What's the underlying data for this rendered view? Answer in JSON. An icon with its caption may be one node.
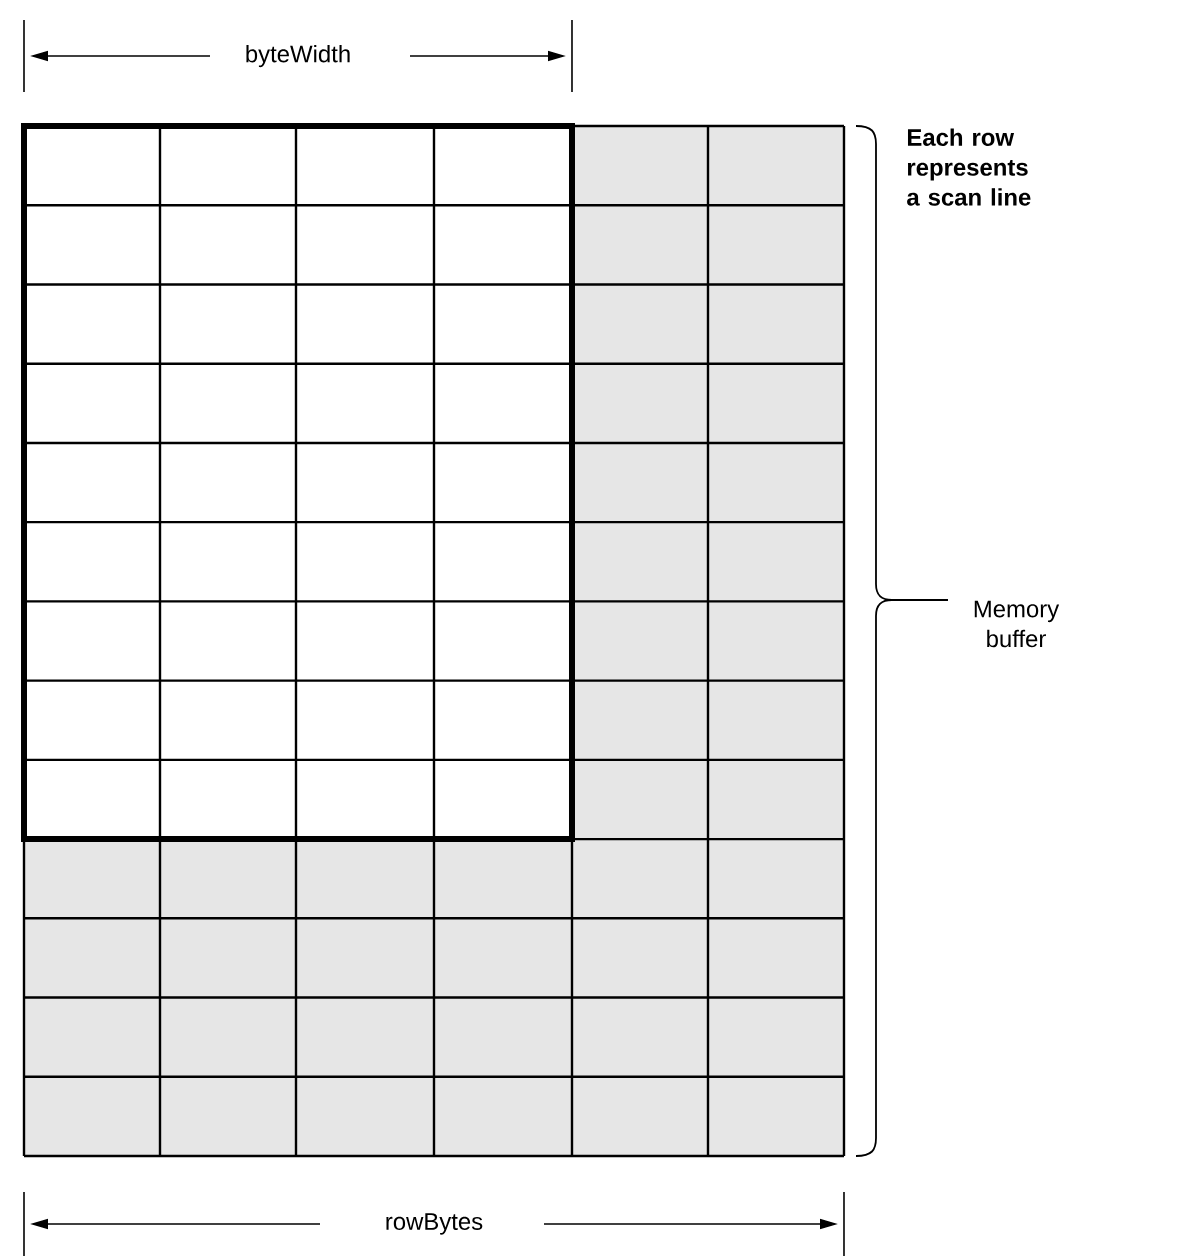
{
  "diagram": {
    "labels": [
      "byteWidth",
      "Each row represents a scan line",
      "Memory buffer",
      "rowBytes"
    ]
  }
}
